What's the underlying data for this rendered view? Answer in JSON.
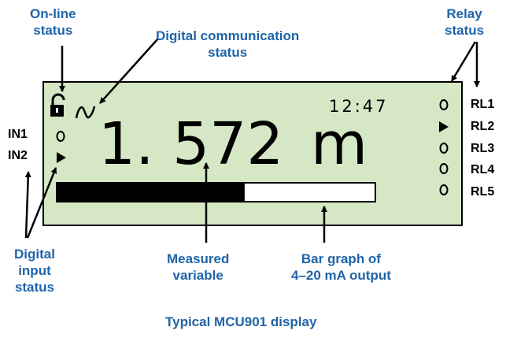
{
  "callouts": {
    "online_status": "On-line\nstatus",
    "digital_comm_status": "Digital communication\nstatus",
    "relay_status": "Relay\nstatus",
    "digital_input_status": "Digital\ninput\nstatus",
    "measured_variable": "Measured\nvariable",
    "bar_graph": "Bar graph of\n4–20 mA output",
    "caption": "Typical MCU901 display"
  },
  "display": {
    "value": "1. 572",
    "unit": "m",
    "clock": "12:47",
    "inputs": [
      {
        "label": "IN1",
        "state": "open-circle"
      },
      {
        "label": "IN2",
        "state": "triangle"
      }
    ],
    "relays": [
      {
        "label": "RL1",
        "state": "open-circle"
      },
      {
        "label": "RL2",
        "state": "triangle"
      },
      {
        "label": "RL3",
        "state": "open-circle"
      },
      {
        "label": "RL4",
        "state": "open-circle"
      },
      {
        "label": "RL5",
        "state": "open-circle"
      }
    ],
    "bar_fill_fraction": 0.59,
    "icons": [
      "padlock-icon",
      "communication-wave-icon"
    ]
  },
  "colors": {
    "callout_text": "#1f64a8",
    "lcd_background": "#d5e7c5",
    "lcd_ink": "#000000"
  }
}
